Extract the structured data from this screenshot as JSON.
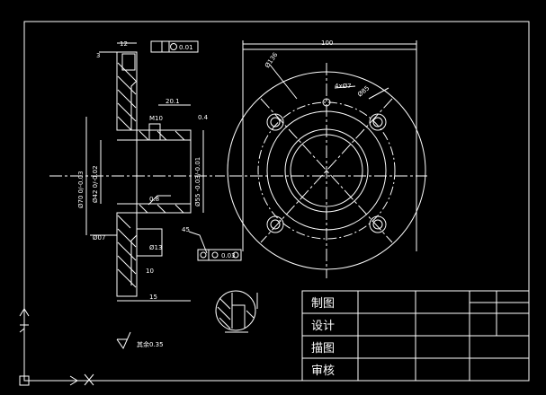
{
  "drawing": {
    "dims": {
      "flange_thickness": "12",
      "top_offset": "3",
      "perpendicularity_tol": "0.01",
      "hub_length": "20.1",
      "hub_hole": "M10",
      "chamfer": "0.4",
      "outer_diameter": "Ø70 0/-0.03",
      "bore_diameter": "Ø42 0/-0.02",
      "hub_diameter": "Ø55 -0.03/-0.01",
      "roughness_inner": "0.8",
      "counterbore": "Ø07",
      "hole_depth": "Ø13",
      "depth_10": "10",
      "chamfer_45": "45",
      "total_length": "15",
      "runout_tol": "0.03",
      "width_100": "100",
      "hole_circle": "Ø136",
      "four_holes": "4xØ7",
      "hole_pitch": "Ø85"
    },
    "roughness_note": "其余0.35"
  },
  "title_block": {
    "rows": [
      "制图",
      "设计",
      "描图",
      "审核"
    ]
  }
}
